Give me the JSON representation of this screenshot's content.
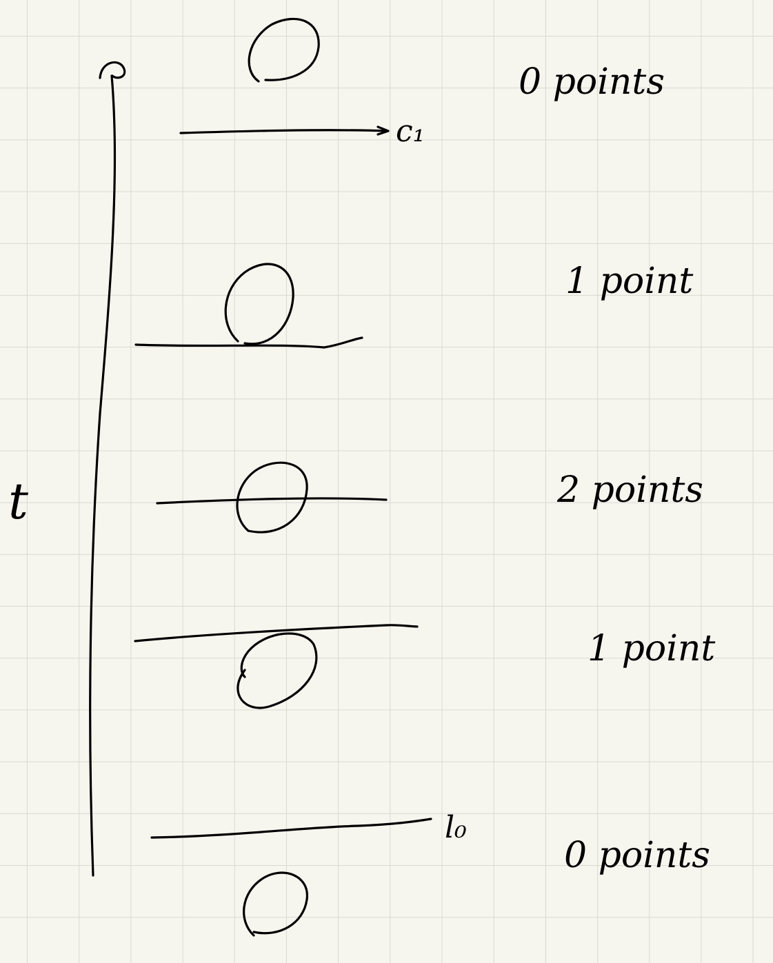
{
  "axis": {
    "label": "t"
  },
  "lines": {
    "top_label": "c₁",
    "bottom_label": "l₀"
  },
  "stages": [
    {
      "label": "0 points"
    },
    {
      "label": "1 point"
    },
    {
      "label": "2 points"
    },
    {
      "label": "1 point"
    },
    {
      "label": "0 points"
    }
  ],
  "colors": {
    "ink": "#000000",
    "paper": "#f6f5ee",
    "grid": "#d9d9d3"
  }
}
